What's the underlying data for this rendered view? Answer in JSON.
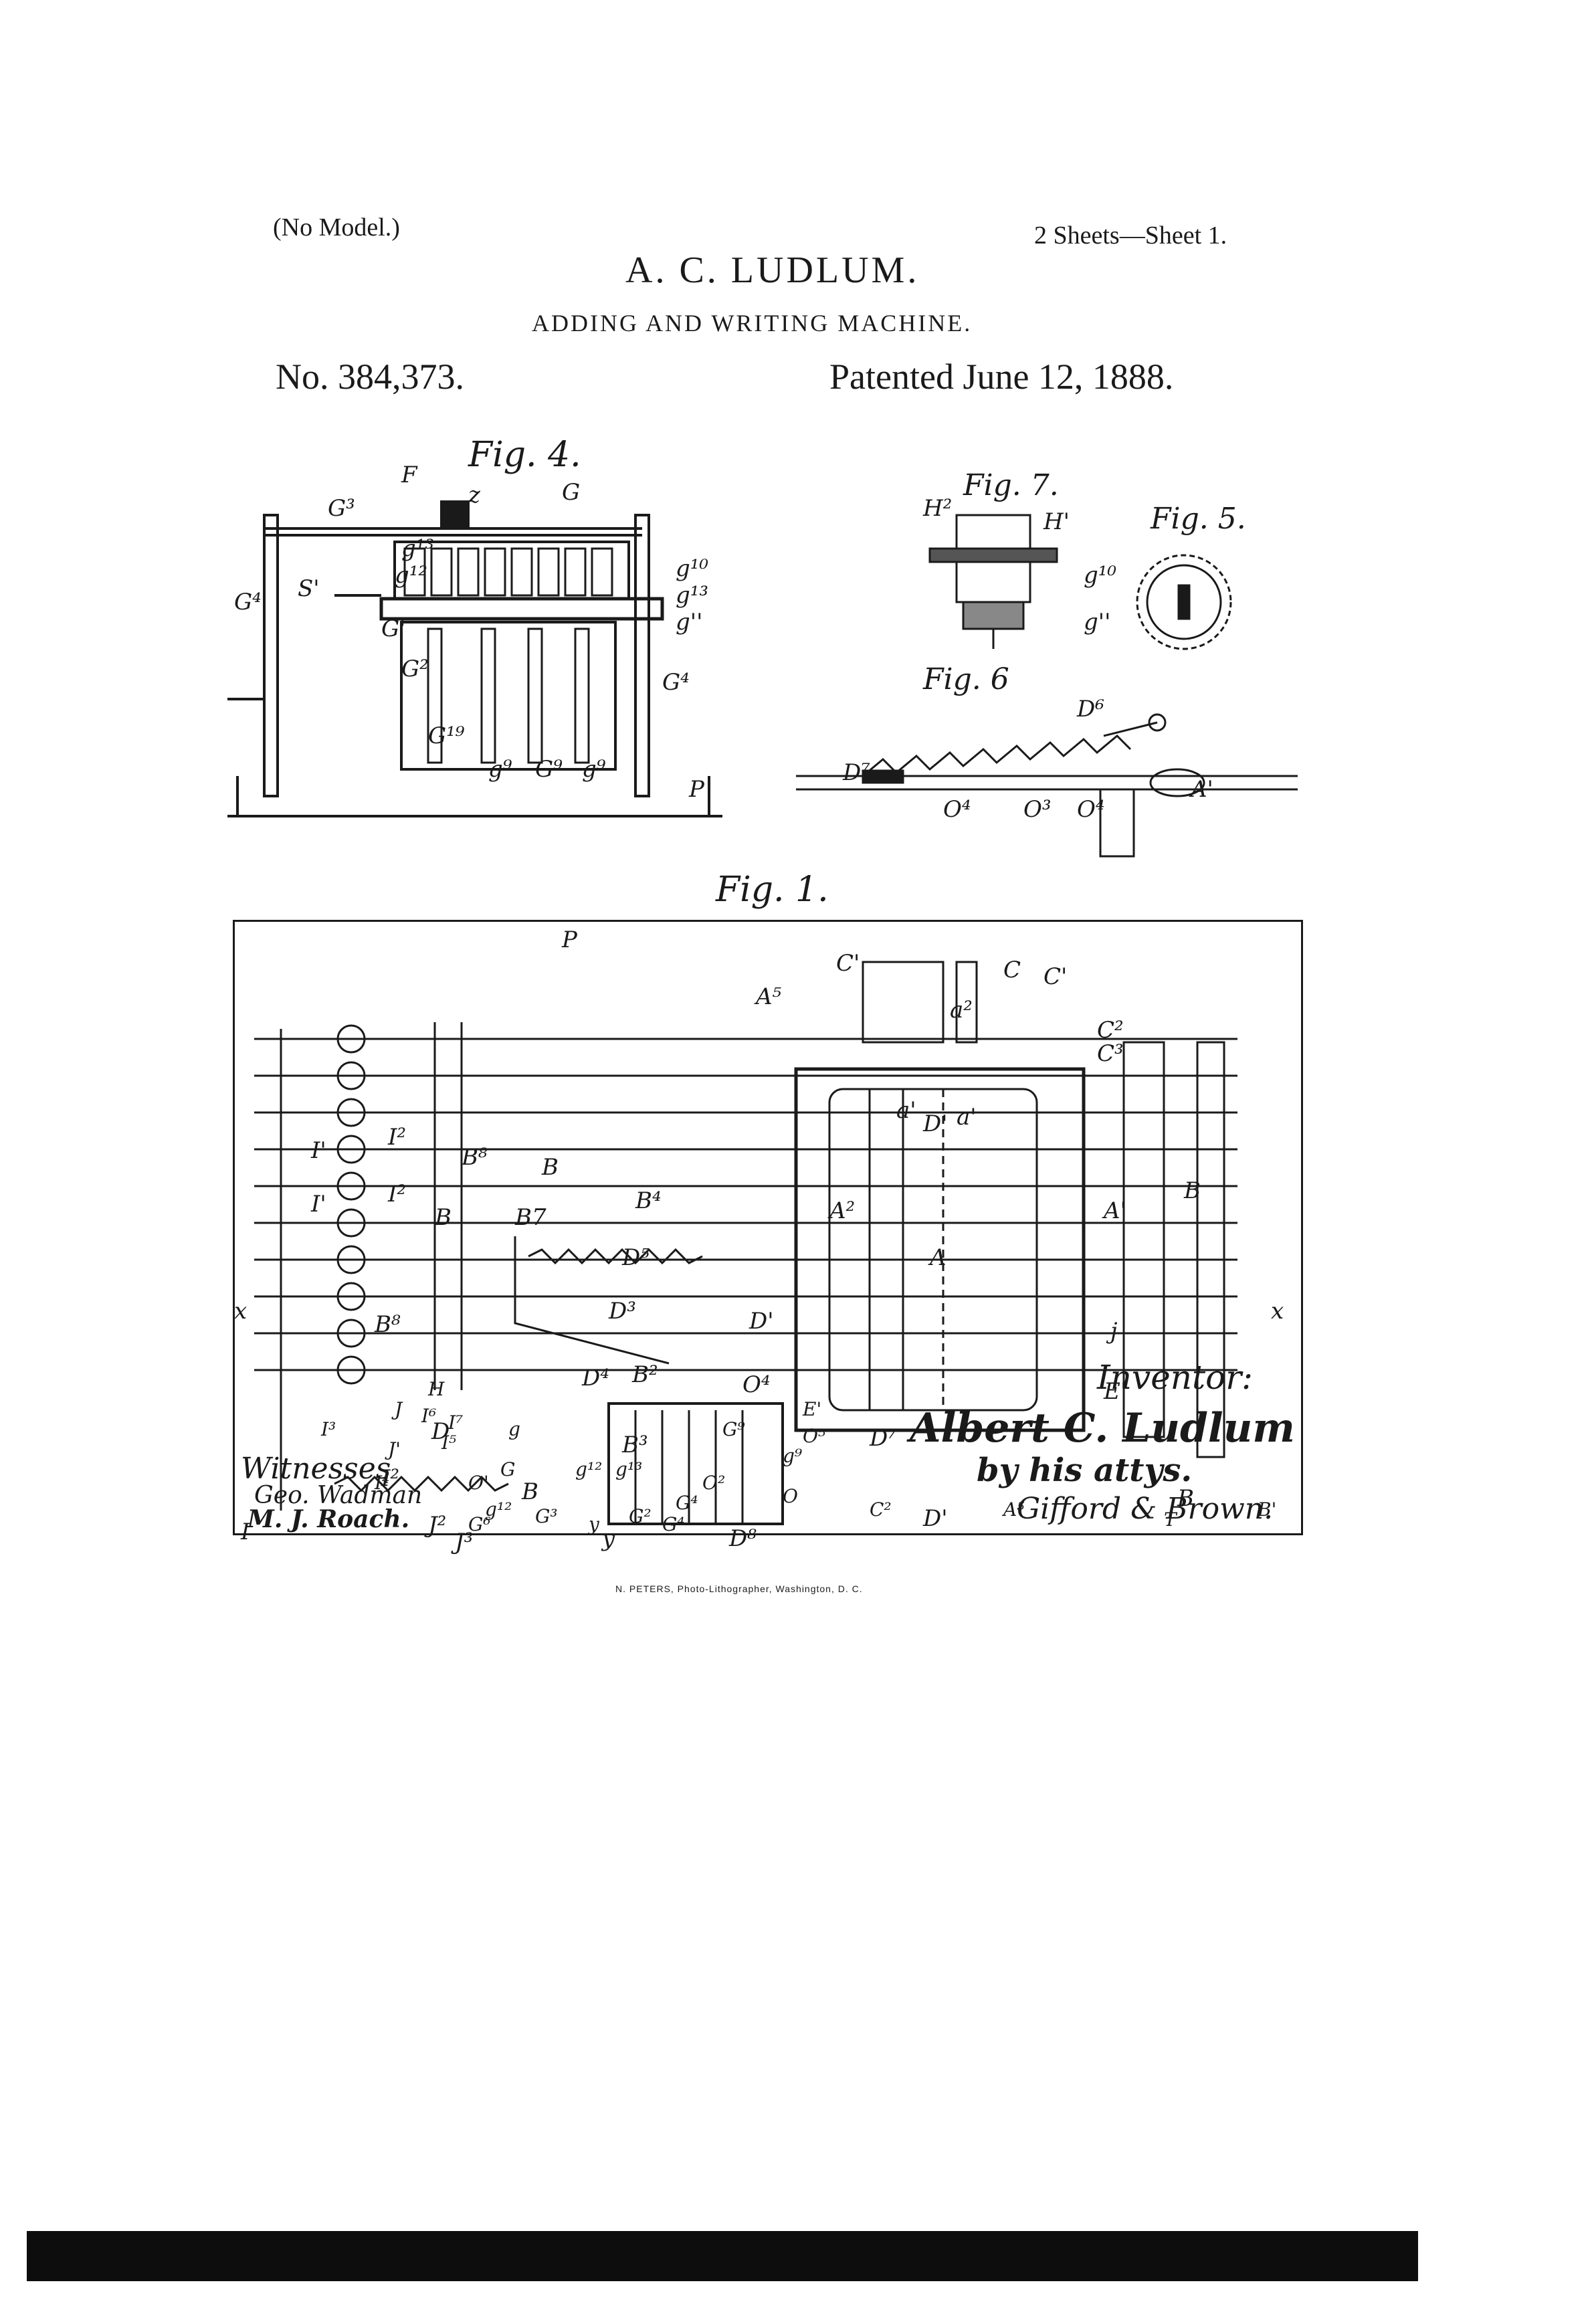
{
  "header": {
    "no_model": "(No Model.)",
    "sheets": "2 Sheets—Sheet 1.",
    "inventor": "A. C. LUDLUM.",
    "title": "ADDING AND WRITING MACHINE.",
    "patent_no": "No. 384,373.",
    "patent_date": "Patented June 12, 1888."
  },
  "figures": {
    "fig4": "Fig. 4.",
    "fig7": "Fig. 7.",
    "fig5": "Fig. 5.",
    "fig6": "Fig. 6",
    "fig1": "Fig. 1."
  },
  "refs": {
    "fig4": [
      "F",
      "z",
      "G",
      "G³",
      "g¹³",
      "g¹²",
      "S'",
      "G⁴",
      "G'",
      "g¹⁰",
      "g¹³",
      "g''",
      "G²",
      "G⁴",
      "G¹⁹",
      "g⁹",
      "G⁹",
      "g⁹",
      "P"
    ],
    "fig7": [
      "H²",
      "H'"
    ],
    "fig5": [
      "g¹⁰",
      "g''"
    ],
    "fig6": [
      "D⁶",
      "D⁷",
      "O⁴",
      "O³",
      "O⁴",
      "A'"
    ],
    "fig1": [
      "P",
      "C'",
      "C",
      "C'",
      "A⁵",
      "a²",
      "C²",
      "C³",
      "I'",
      "I²",
      "B⁸",
      "B",
      "B⁴",
      "a'",
      "D'",
      "a'",
      "I'",
      "I²",
      "B",
      "B7",
      "A²",
      "A'",
      "B",
      "D⁵",
      "A",
      "x",
      "D³",
      "D'",
      "B⁸",
      "D⁴",
      "B²",
      "O⁴",
      "j",
      "E'",
      "D",
      "B³",
      "D⁷",
      "I²",
      "B",
      "J²",
      "J³",
      "D⁸",
      "D'",
      "B",
      "I",
      "y",
      "G⁴",
      "g¹²",
      "G",
      "A⁵",
      "C²",
      "B'",
      "T",
      "J'",
      "g⁹",
      "g",
      "E'",
      "H",
      "J",
      "I⁶",
      "I⁷",
      "G⁹",
      "O⁵",
      "I³",
      "I⁵",
      "I⁴",
      "g¹²",
      "g¹³",
      "O²",
      "O'",
      "O",
      "G³",
      "G²",
      "y",
      "G⁶",
      "G⁴",
      "x"
    ]
  },
  "signatures": {
    "inventor_label": "Inventor:",
    "inventor_name": "Albert C. Ludlum",
    "attorneys": "by his attys.",
    "attorney_names": "Gifford & Brown.",
    "witnesses_label": "Witnesses",
    "witness1": "Geo. Wadman",
    "witness2": "M. J. Roach."
  },
  "footer": {
    "printer": "N. PETERS, Photo-Lithographer, Washington, D. C."
  }
}
